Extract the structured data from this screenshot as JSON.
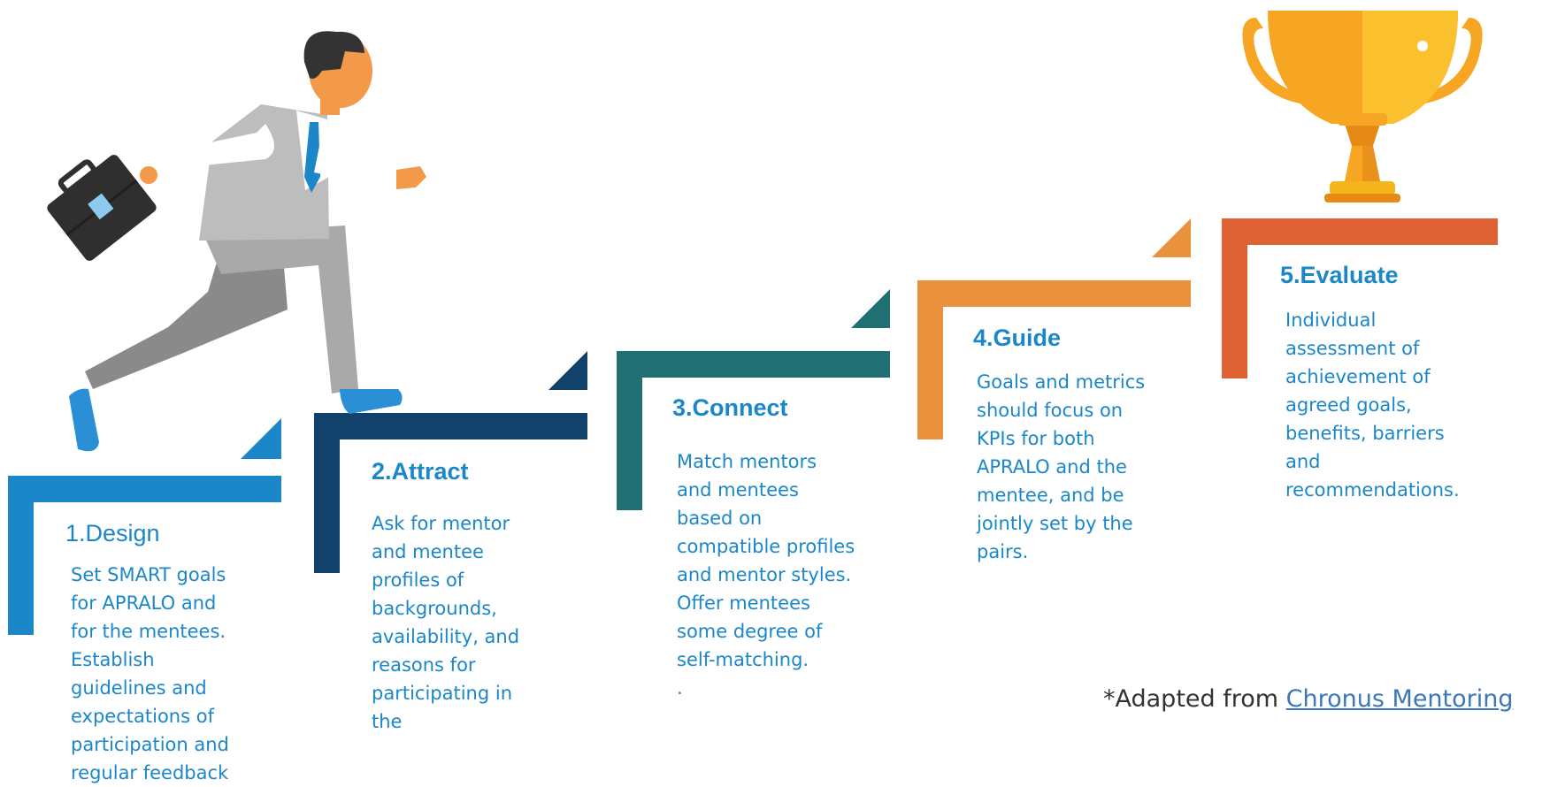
{
  "steps": [
    {
      "title": "1.Design",
      "color": "#1b87c8",
      "lines": [
        "Set SMART goals",
        "for APRALO and",
        "for  the mentees.",
        "Establish",
        "guidelines and",
        "expectations of",
        "participation and",
        "regular feedback"
      ]
    },
    {
      "title": "2.Attract",
      "color": "#12426b",
      "lines": [
        "Ask for mentor",
        "and  mentee",
        "profiles of",
        "backgrounds,",
        "availability, and",
        "reasons for",
        "participating in",
        "the"
      ]
    },
    {
      "title": "3.Connect",
      "color": "#206f72",
      "lines": [
        "Match mentors",
        "and mentees",
        "based on",
        "compatible profiles",
        "and mentor styles.",
        "Offer mentees",
        "some degree of",
        "self-matching.",
        "."
      ]
    },
    {
      "title": "4.Guide",
      "color": "#e9913d",
      "lines": [
        "Goals and metrics",
        "should focus on",
        "KPIs for both",
        "APRALO and the",
        "mentee, and be",
        "jointly set by the",
        "pairs."
      ]
    },
    {
      "title": "5.Evaluate",
      "color": "#de6233",
      "lines": [
        "Individual",
        "assessment of",
        "achievement of",
        "agreed goals,",
        "benefits, barriers",
        "and",
        "recommendations."
      ]
    }
  ],
  "title_color": "#1b87c8",
  "credit": {
    "prefix": "*Adapted from ",
    "link": "Chronus Mentoring"
  },
  "illustration": {
    "figure": "businessman-climbing-icon",
    "trophy": "trophy-icon"
  }
}
